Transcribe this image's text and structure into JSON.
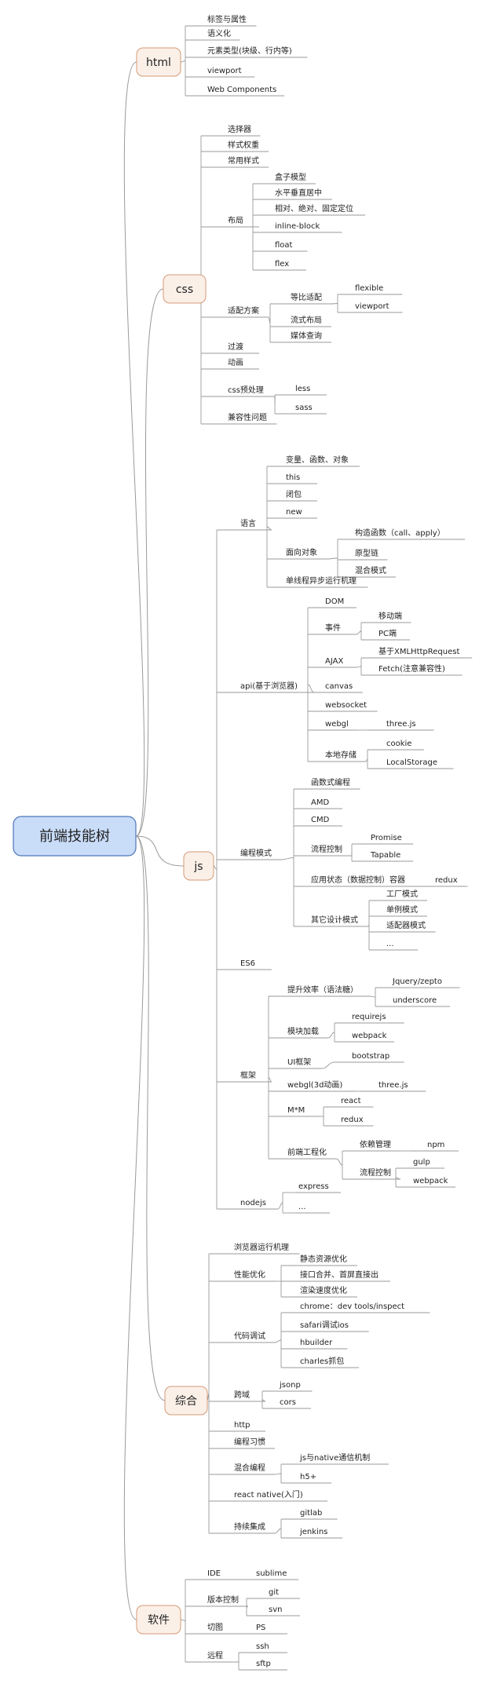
{
  "root": {
    "label": "前端技能树"
  },
  "colors": {
    "line": "#9a9a9a",
    "root_fill": "#c9dcf8",
    "root_stroke": "#4d77b8",
    "branch_fill": "#fbf0e8",
    "branch_stroke": "#d49a76",
    "text": "#222222"
  },
  "branches": [
    {
      "label": "html",
      "children": [
        {
          "label": "标签与属性"
        },
        {
          "label": "语义化"
        },
        {
          "label": "元素类型(块级、行内等)"
        },
        {
          "label": "viewport"
        },
        {
          "label": "Web Components"
        }
      ]
    },
    {
      "label": "css",
      "children": [
        {
          "label": "选择器"
        },
        {
          "label": "样式权重"
        },
        {
          "label": "常用样式"
        },
        {
          "label": "布局",
          "children": [
            {
              "label": "盒子模型"
            },
            {
              "label": "水平垂直居中"
            },
            {
              "label": "相对、绝对、固定定位"
            },
            {
              "label": "inline-block"
            },
            {
              "label": "float"
            },
            {
              "label": "flex"
            }
          ]
        },
        {
          "label": "适配方案",
          "children": [
            {
              "label": "等比适配",
              "children": [
                {
                  "label": "flexible"
                },
                {
                  "label": "viewport"
                }
              ]
            },
            {
              "label": "流式布局"
            },
            {
              "label": "媒体查询"
            }
          ]
        },
        {
          "label": "过渡"
        },
        {
          "label": "动画"
        },
        {
          "label": "css预处理",
          "children": [
            {
              "label": "less"
            },
            {
              "label": "sass"
            }
          ]
        },
        {
          "label": "兼容性问题"
        }
      ]
    },
    {
      "label": "js",
      "children": [
        {
          "label": "语言",
          "children": [
            {
              "label": "变量、函数、对象"
            },
            {
              "label": "this"
            },
            {
              "label": "闭包"
            },
            {
              "label": "new"
            },
            {
              "label": "面向对象",
              "children": [
                {
                  "label": "构造函数（call、apply）"
                },
                {
                  "label": "原型链"
                },
                {
                  "label": "混合模式"
                }
              ]
            },
            {
              "label": "单线程异步运行机理"
            }
          ]
        },
        {
          "label": "api(基于浏览器)",
          "children": [
            {
              "label": "DOM"
            },
            {
              "label": "事件",
              "children": [
                {
                  "label": "移动端"
                },
                {
                  "label": "PC端"
                }
              ]
            },
            {
              "label": "AJAX",
              "children": [
                {
                  "label": "基于XMLHttpRequest"
                },
                {
                  "label": "Fetch(注意兼容性)"
                }
              ]
            },
            {
              "label": "canvas"
            },
            {
              "label": "websocket"
            },
            {
              "label": "webgl",
              "children": [
                {
                  "label": "three.js"
                }
              ]
            },
            {
              "label": "本地存储",
              "children": [
                {
                  "label": "cookie"
                },
                {
                  "label": "LocalStorage"
                }
              ]
            }
          ]
        },
        {
          "label": "编程模式",
          "children": [
            {
              "label": "函数式编程"
            },
            {
              "label": "AMD"
            },
            {
              "label": "CMD"
            },
            {
              "label": "流程控制",
              "children": [
                {
                  "label": "Promise"
                },
                {
                  "label": "Tapable"
                }
              ]
            },
            {
              "label": "应用状态（数据控制）容器",
              "children": [
                {
                  "label": "redux"
                }
              ]
            },
            {
              "label": "其它设计模式",
              "children": [
                {
                  "label": "工厂模式"
                },
                {
                  "label": "单例模式"
                },
                {
                  "label": "适配器模式"
                },
                {
                  "label": "..."
                }
              ]
            }
          ]
        },
        {
          "label": "ES6"
        },
        {
          "label": "框架",
          "children": [
            {
              "label": "提升效率（语法糖）",
              "children": [
                {
                  "label": "Jquery/zepto"
                },
                {
                  "label": "underscore"
                }
              ]
            },
            {
              "label": "模块加载",
              "children": [
                {
                  "label": "requirejs"
                },
                {
                  "label": "webpack"
                }
              ]
            },
            {
              "label": "UI框架",
              "children": [
                {
                  "label": "bootstrap"
                }
              ]
            },
            {
              "label": "webgl(3d动画)",
              "children": [
                {
                  "label": "three.js"
                }
              ]
            },
            {
              "label": "M*M",
              "children": [
                {
                  "label": "react"
                },
                {
                  "label": "redux"
                }
              ]
            },
            {
              "label": "前端工程化",
              "children": [
                {
                  "label": "依赖管理",
                  "children": [
                    {
                      "label": "npm"
                    }
                  ]
                },
                {
                  "label": "流程控制",
                  "children": [
                    {
                      "label": "gulp"
                    },
                    {
                      "label": "webpack"
                    }
                  ]
                }
              ]
            }
          ]
        },
        {
          "label": "nodejs",
          "children": [
            {
              "label": "express"
            },
            {
              "label": "..."
            }
          ]
        }
      ]
    },
    {
      "label": "综合",
      "children": [
        {
          "label": "浏览器运行机理"
        },
        {
          "label": "性能优化",
          "children": [
            {
              "label": "静态资源优化"
            },
            {
              "label": "接口合并、首屏直接出"
            },
            {
              "label": "渲染速度优化"
            }
          ]
        },
        {
          "label": "代码调试",
          "children": [
            {
              "label": "chrome：dev tools/inspect"
            },
            {
              "label": "safari调试ios"
            },
            {
              "label": "hbuilder"
            },
            {
              "label": "charles抓包"
            }
          ]
        },
        {
          "label": "跨域",
          "children": [
            {
              "label": "jsonp"
            },
            {
              "label": "cors"
            }
          ]
        },
        {
          "label": "http"
        },
        {
          "label": "编程习惯"
        },
        {
          "label": "混合编程",
          "children": [
            {
              "label": "js与native通信机制"
            },
            {
              "label": "h5+"
            }
          ]
        },
        {
          "label": "react native(入门)"
        },
        {
          "label": "持续集成",
          "children": [
            {
              "label": "gitlab"
            },
            {
              "label": "jenkins"
            }
          ]
        }
      ]
    },
    {
      "label": "软件",
      "children": [
        {
          "label": "IDE",
          "children": [
            {
              "label": "sublime"
            }
          ]
        },
        {
          "label": "版本控制",
          "children": [
            {
              "label": "git"
            },
            {
              "label": "svn"
            }
          ]
        },
        {
          "label": "切图",
          "children": [
            {
              "label": "PS"
            }
          ]
        },
        {
          "label": "远程",
          "children": [
            {
              "label": "ssh"
            },
            {
              "label": "sftp"
            }
          ]
        }
      ]
    }
  ]
}
